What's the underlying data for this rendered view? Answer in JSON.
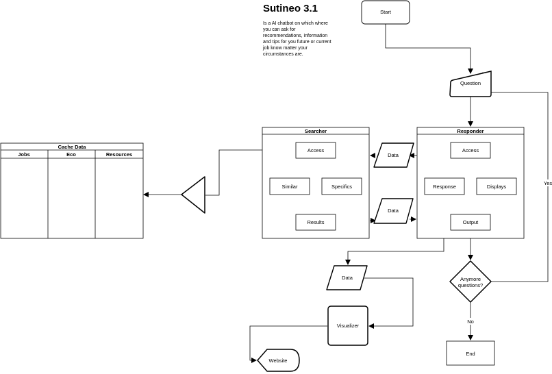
{
  "header": {
    "title": "Sutineo 3.1",
    "description": "Is a AI chatbot on which where you can ask for recommendations, information and tips for you future or current job know matter your circumstances are."
  },
  "nodes": {
    "start": "Start",
    "question": "Question",
    "searcher": {
      "title": "Searcher",
      "access": "Access",
      "similar": "Similar",
      "specifics": "Specifics",
      "results": "Results"
    },
    "responder": {
      "title": "Responder",
      "access": "Access",
      "response": "Response",
      "displays": "Displays",
      "output": "Output"
    },
    "data_top": "Data",
    "data_mid": "Data",
    "data_bottom": "Data",
    "visualizer": "Visualizer",
    "website": "Website",
    "decision": [
      "Anymore",
      "questions?"
    ],
    "end": "End",
    "yes_label": "Yes",
    "no_label": "No"
  },
  "cache_table": {
    "title": "Cache Data",
    "columns": [
      "Jobs",
      "Eco",
      "Resources"
    ]
  }
}
